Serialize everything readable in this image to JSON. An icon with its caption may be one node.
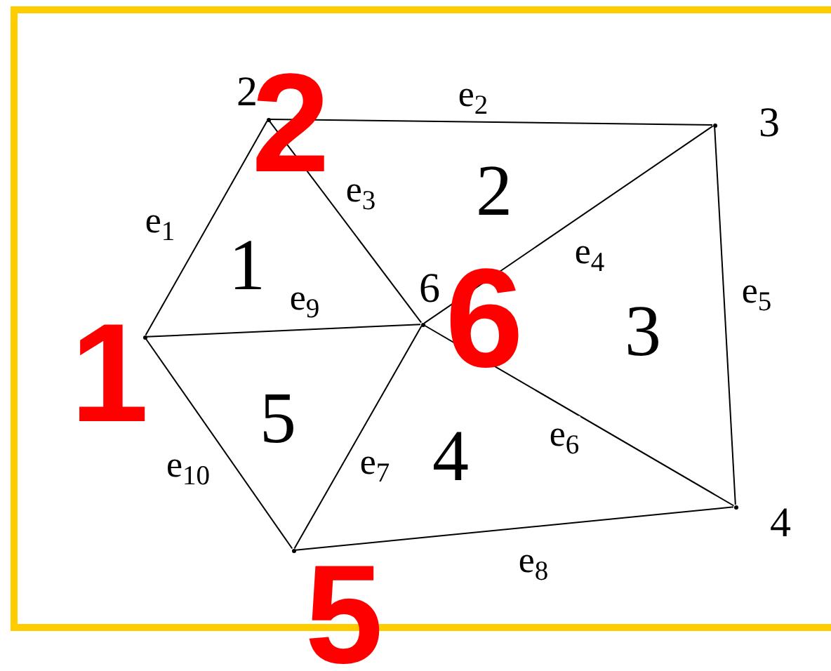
{
  "diagram": {
    "nodes": [
      {
        "text": [],
        "shape": "dot",
        "beside": [
          "1"
        ]
      },
      {
        "text": [],
        "shape": "dot",
        "beside": [
          "2",
          "2"
        ]
      },
      {
        "text": [],
        "shape": "dot",
        "beside": [
          "3"
        ]
      },
      {
        "text": [],
        "shape": "dot",
        "beside": [
          "4"
        ]
      },
      {
        "text": [],
        "shape": "dot",
        "beside": [
          "5"
        ]
      },
      {
        "text": [],
        "shape": "dot",
        "beside": [
          "6",
          "6"
        ]
      }
    ],
    "edges": [
      {
        "from": 0,
        "to": 1,
        "arrow": "none",
        "label": "e$_{1}$"
      },
      {
        "from": 1,
        "to": 2,
        "arrow": "none",
        "label": "e$_{2}$"
      },
      {
        "from": 1,
        "to": 5,
        "arrow": "none",
        "label": "e$_{3}$"
      },
      {
        "from": 5,
        "to": 2,
        "arrow": "none",
        "label": "e$_{4}$"
      },
      {
        "from": 2,
        "to": 3,
        "arrow": "none",
        "label": "e$_{5}$"
      },
      {
        "from": 5,
        "to": 3,
        "arrow": "none",
        "label": "e$_{6}$"
      },
      {
        "from": 4,
        "to": 5,
        "arrow": "none",
        "label": "e$_{7}$"
      },
      {
        "from": 4,
        "to": 3,
        "arrow": "none",
        "label": "e$_{8}$"
      },
      {
        "from": 0,
        "to": 5,
        "arrow": "none",
        "label": "e$_{9}$"
      },
      {
        "from": 0,
        "to": 4,
        "arrow": "none",
        "label": "e$_{10}$"
      }
    ],
    "labels": [
      "1",
      "2",
      "3",
      "4",
      "5"
    ]
  }
}
